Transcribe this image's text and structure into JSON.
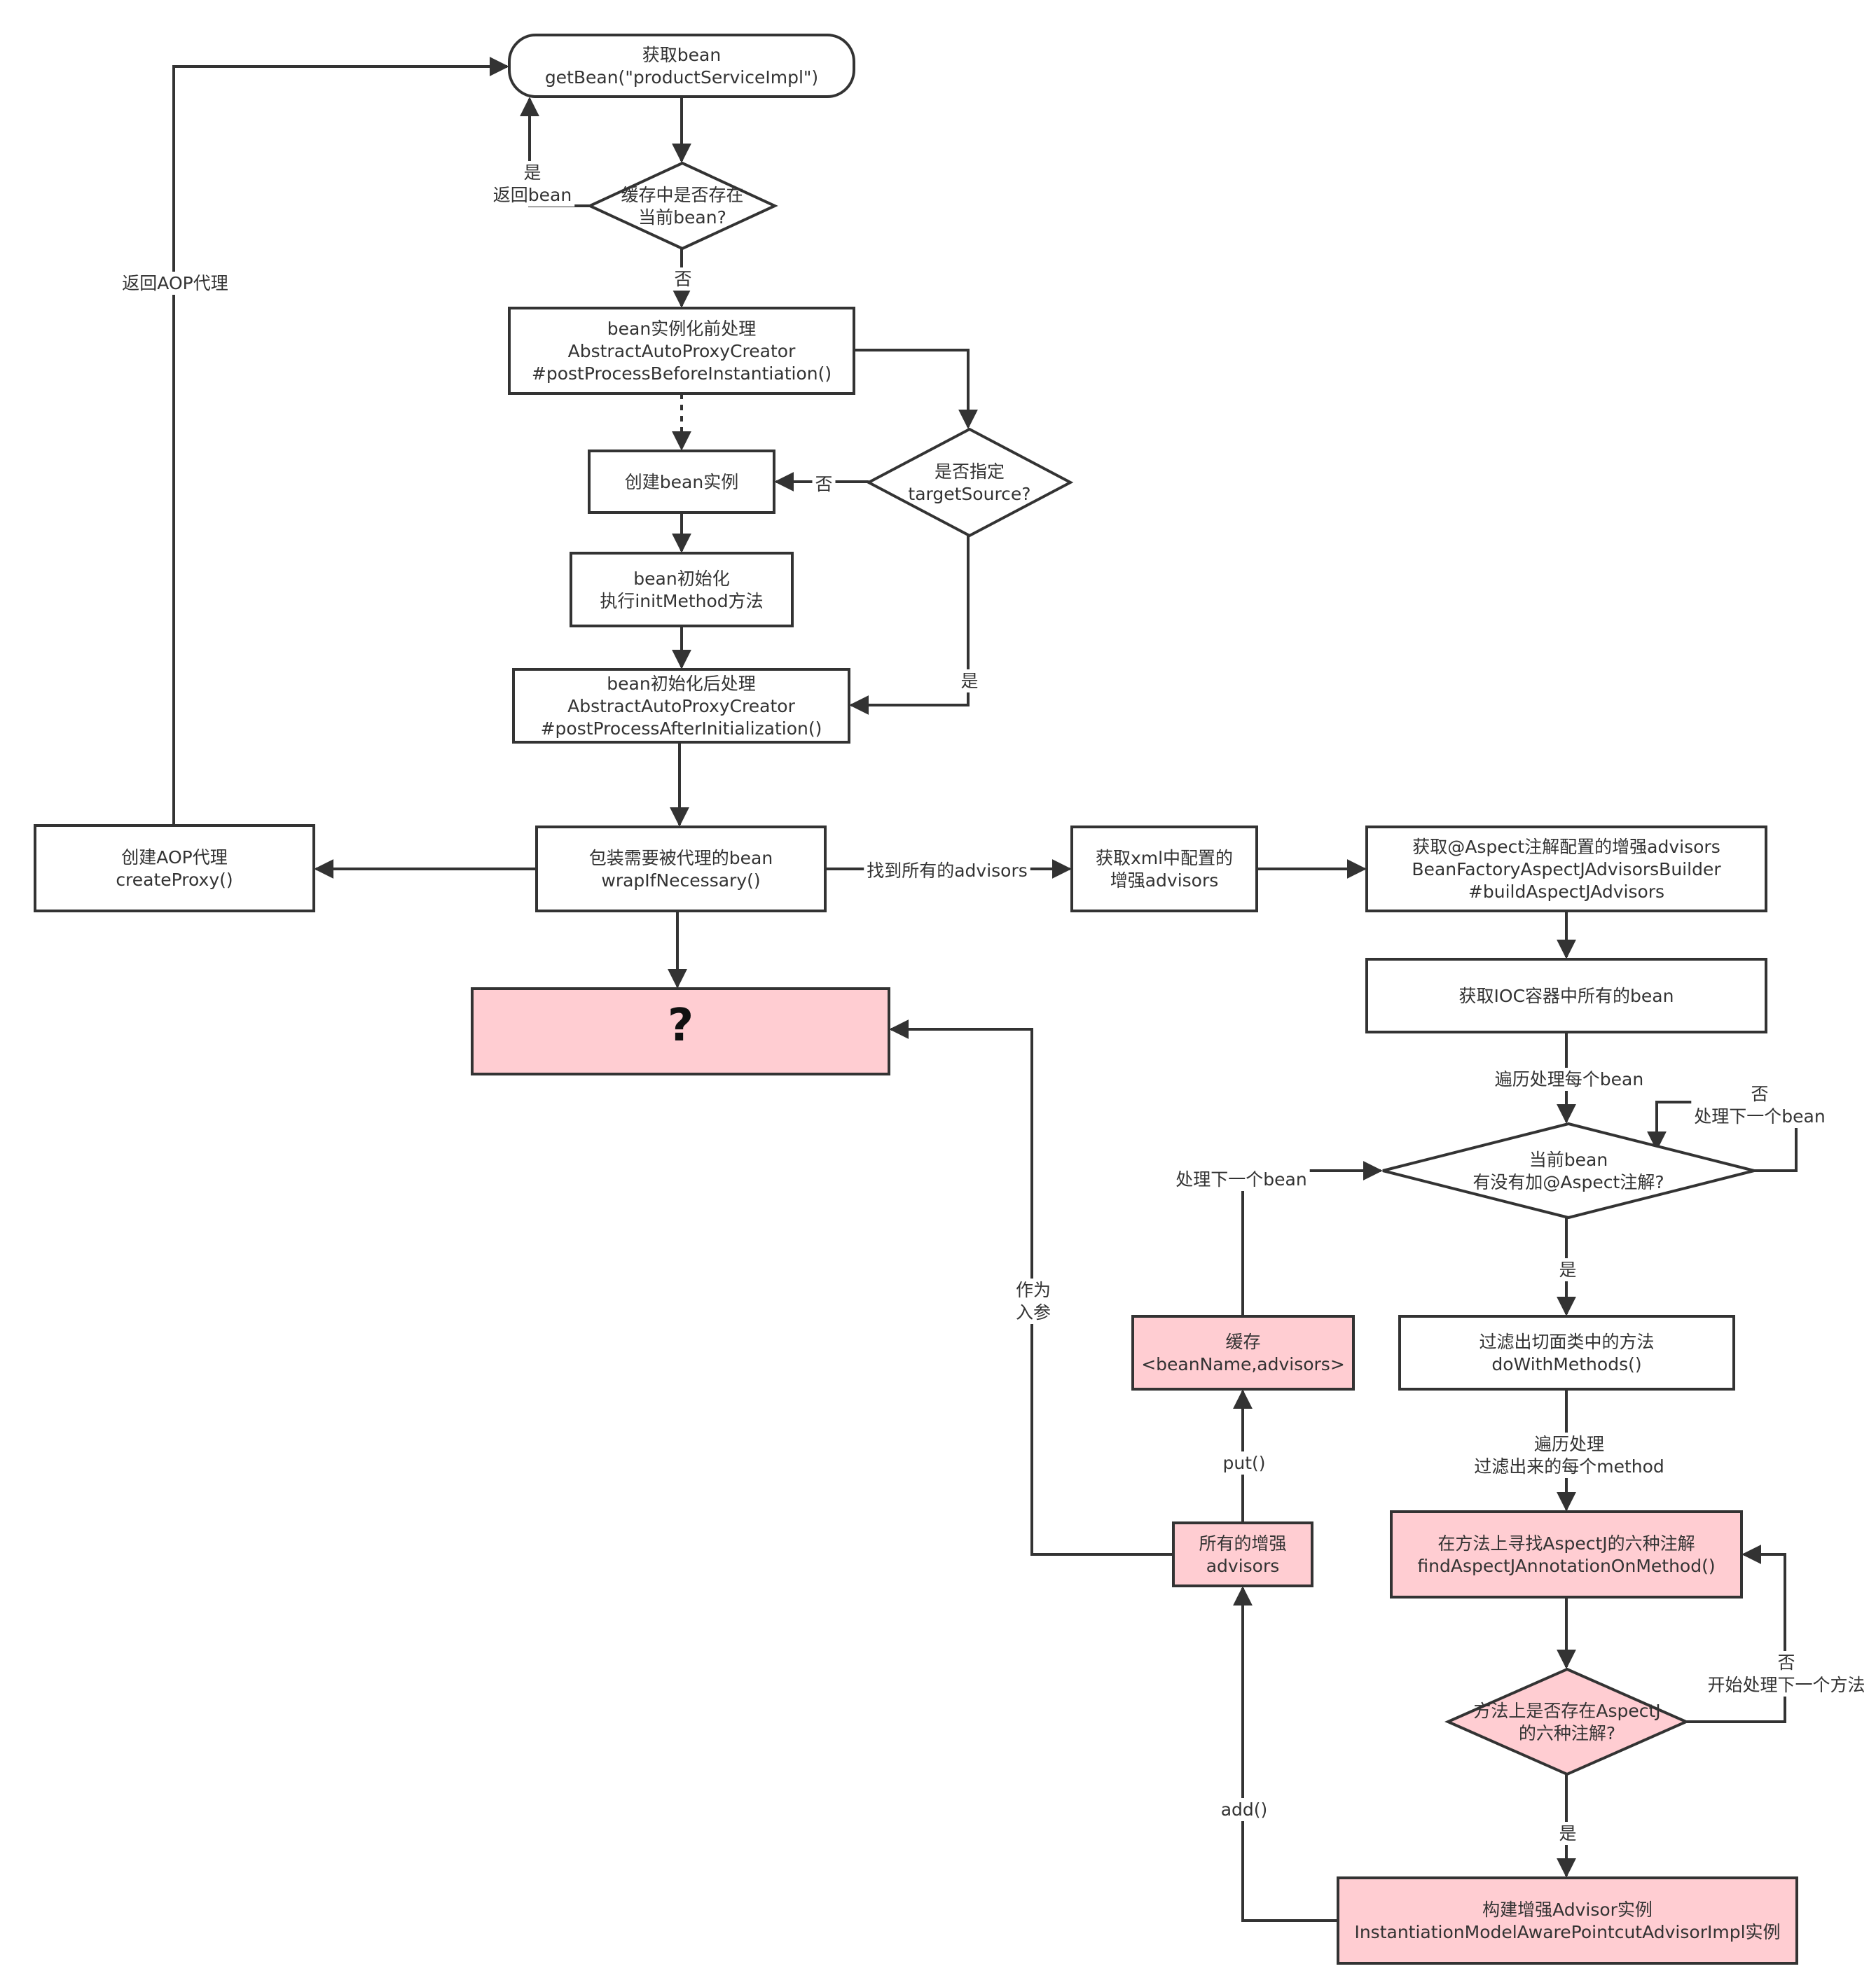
{
  "colors": {
    "line": "#333333",
    "plain_fill": "#ffffff",
    "highlight_fill": "#ffcdd2"
  },
  "nodes": {
    "get_bean": [
      "获取bean",
      "getBean(\"productServiceImpl\")"
    ],
    "cache_check": [
      "缓存中是否存在",
      "当前bean?"
    ],
    "before_instantiation": [
      "bean实例化前处理",
      "AbstractAutoProxyCreator",
      "#postProcessBeforeInstantiation()"
    ],
    "target_source_check": [
      "是否指定",
      "targetSource?"
    ],
    "create_instance": [
      "创建bean实例"
    ],
    "bean_init": [
      "bean初始化",
      "执行initMethod方法"
    ],
    "after_initialization": [
      "bean初始化后处理",
      "AbstractAutoProxyCreator",
      "#postProcessAfterInitialization()"
    ],
    "wrap_if_necessary": [
      "包装需要被代理的bean",
      "wrapIfNecessary()"
    ],
    "create_proxy": [
      "创建AOP代理",
      "createProxy()"
    ],
    "xml_advisors": [
      "获取xml中配置的",
      "增强advisors"
    ],
    "aspectj_advisors": [
      "获取@Aspect注解配置的增强advisors",
      "BeanFactoryAspectJAdvisorsBuilder",
      "#buildAspectJAdvisors"
    ],
    "question": [
      "?"
    ],
    "ioc_beans": [
      "获取IOC容器中所有的bean"
    ],
    "aspect_annotation_check": [
      "当前bean",
      "有没有加@Aspect注解?"
    ],
    "filter_methods": [
      "过滤出切面类中的方法",
      "doWithMethods()"
    ],
    "cache_advisors": [
      "缓存",
      "<beanName,advisors>"
    ],
    "find_annotation": [
      "在方法上寻找AspectJ的六种注解",
      "findAspectJAnnotationOnMethod()"
    ],
    "all_advisors": [
      "所有的增强",
      "advisors"
    ],
    "annotation_exists_check": [
      "方法上是否存在AspectJ",
      "的六种注解?"
    ],
    "build_advisor": [
      "构建增强Advisor实例",
      "InstantiationModelAwarePointcutAdvisorImpl实例"
    ]
  },
  "edge_labels": {
    "cache_yes": [
      "是",
      "返回bean"
    ],
    "cache_no": [
      "否"
    ],
    "return_proxy": [
      "返回AOP代理"
    ],
    "target_no": [
      "否"
    ],
    "target_yes": [
      "是"
    ],
    "find_all_advisors": [
      "找到所有的advisors"
    ],
    "traverse_beans": [
      "遍历处理每个bean"
    ],
    "next_bean_no": [
      "否",
      "处理下一个bean"
    ],
    "next_bean": [
      "处理下一个bean"
    ],
    "aspect_yes": [
      "是"
    ],
    "traverse_methods": [
      "遍历处理",
      "过滤出来的每个method"
    ],
    "next_method_no": [
      "否",
      "开始处理下一个方法"
    ],
    "annotation_yes": [
      "是"
    ],
    "as_param": [
      "作为",
      "入参"
    ],
    "put": [
      "put()"
    ],
    "add": [
      "add()"
    ]
  }
}
